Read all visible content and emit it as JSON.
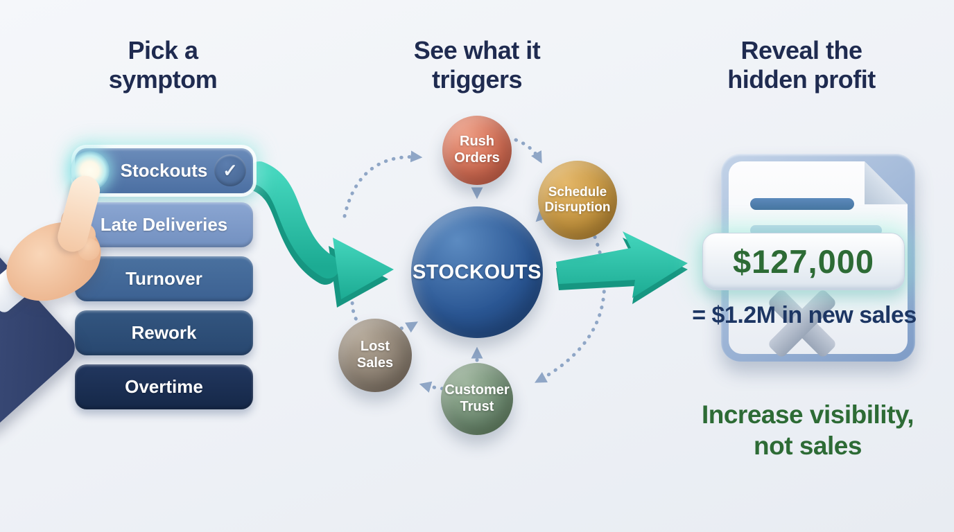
{
  "colors": {
    "accent_teal": "#2cc2ad",
    "headline_navy": "#1f2b50",
    "profit_green": "#2d6b35",
    "dotted_connector_blue": "#8fa6c6",
    "hub_blue": "#2a5693"
  },
  "left": {
    "title": "Pick a\nsymptom",
    "check_icon": "✓",
    "buttons": [
      {
        "label": "Stockouts",
        "selected": true,
        "color": "#567aab"
      },
      {
        "label": "Late Deliveries",
        "selected": false,
        "color": "#7e9ac9"
      },
      {
        "label": "Turnover",
        "selected": false,
        "color": "#44699b"
      },
      {
        "label": "Rework",
        "selected": false,
        "color": "#2e4e78"
      },
      {
        "label": "Overtime",
        "selected": false,
        "color": "#1c3055"
      }
    ]
  },
  "center": {
    "title": "See what it\ntriggers",
    "hub": {
      "label": "STOCKOUTS",
      "color": "#2a5693"
    },
    "satellites": [
      {
        "label": "Rush\nOrders",
        "color": "#cf6a51"
      },
      {
        "label": "Schedule\nDisruption",
        "color": "#c2923d"
      },
      {
        "label": "Lost\nSales",
        "color": "#8b7f71"
      },
      {
        "label": "Customer\nTrust",
        "color": "#6d8a70"
      }
    ]
  },
  "right": {
    "title": "Reveal the\nhidden profit",
    "document": {
      "amount": "$127,000"
    },
    "equation": "= $1.2M in new sales",
    "tagline": "Increase visibility,\nnot sales"
  }
}
